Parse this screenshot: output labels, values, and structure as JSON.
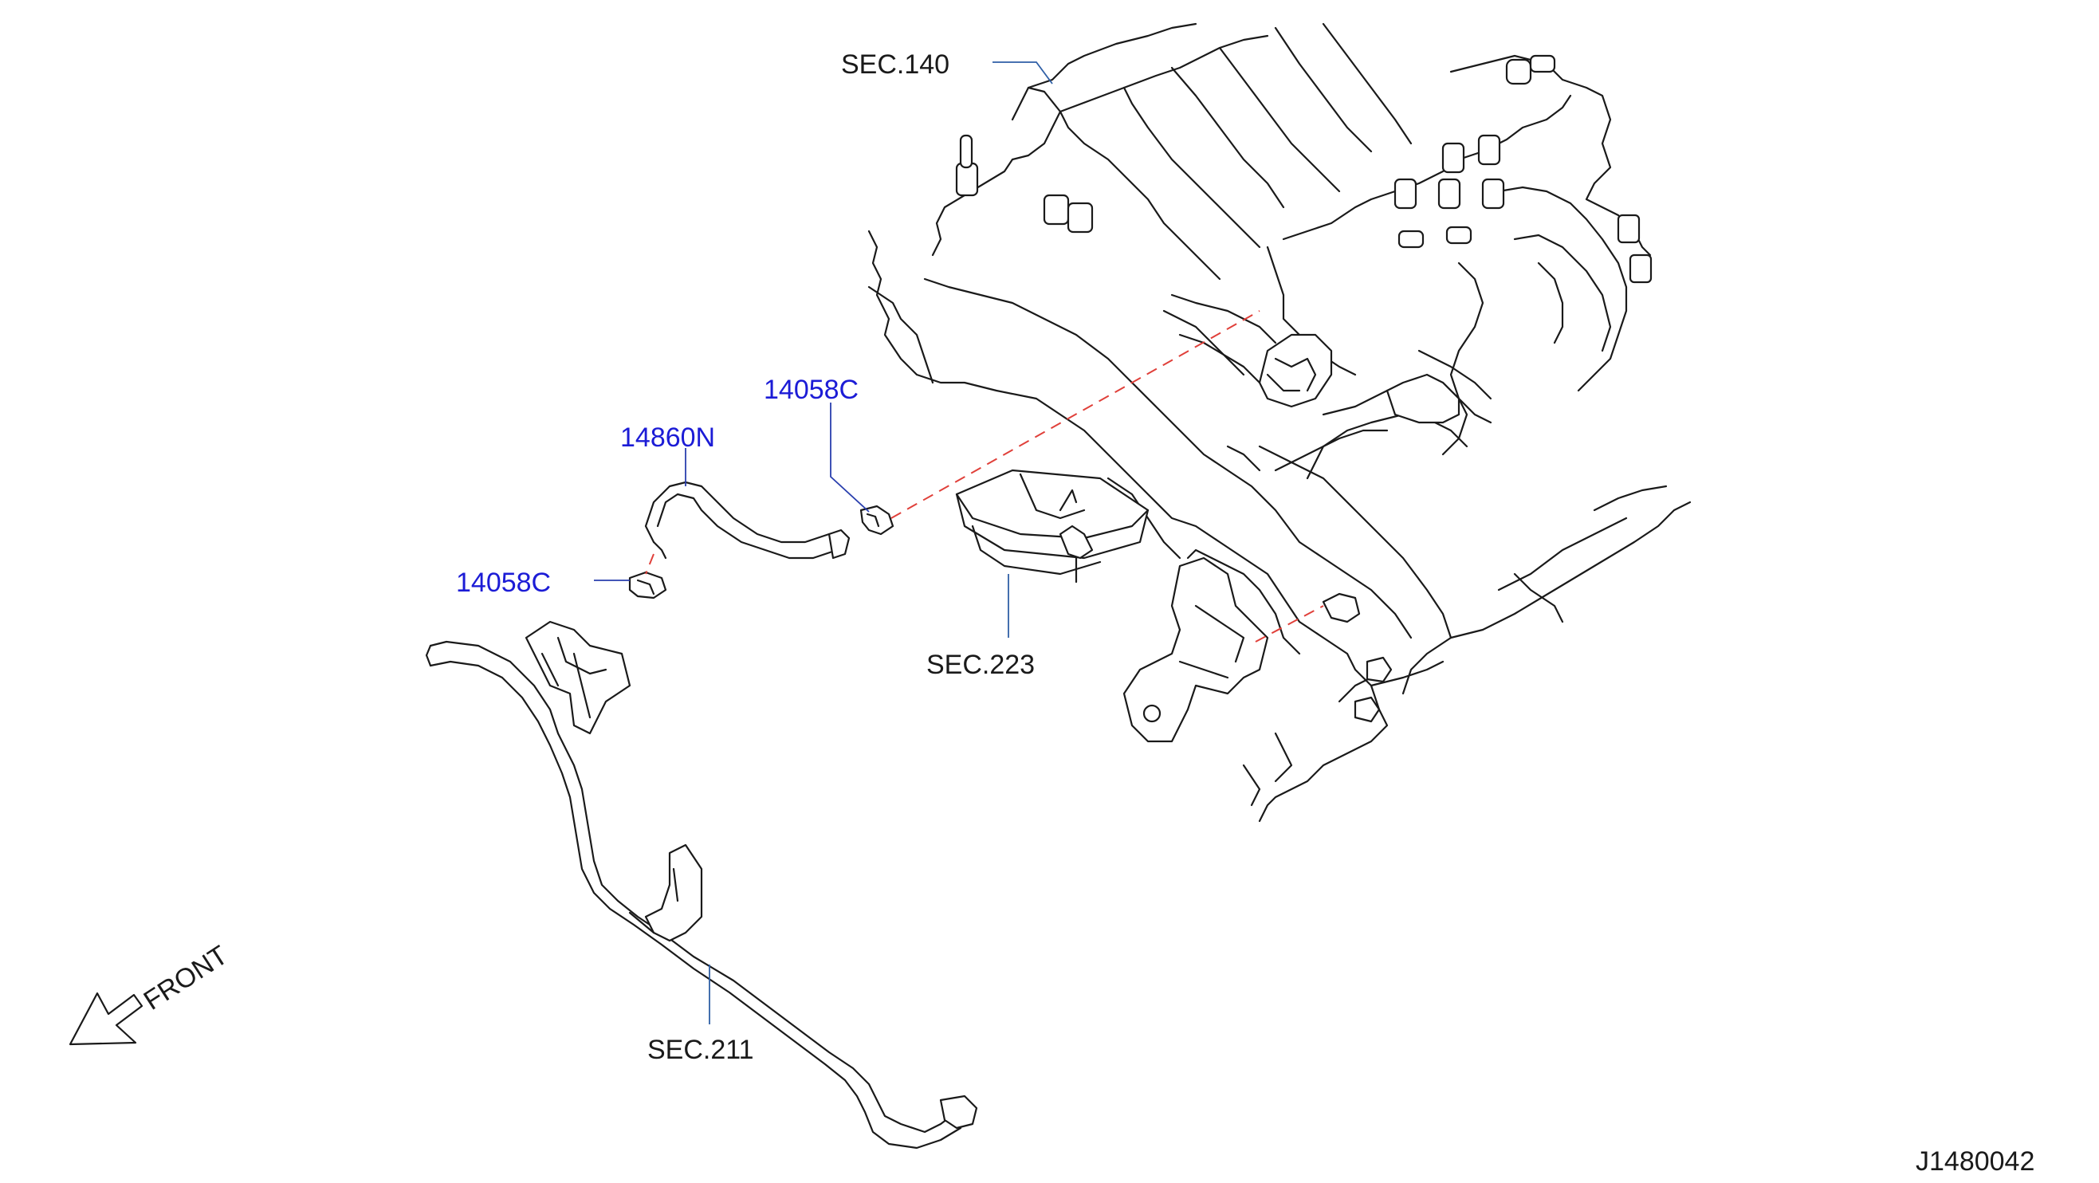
{
  "labels": {
    "sec_140": "SEC.140",
    "sec_223": "SEC.223",
    "sec_211": "SEC.211",
    "part_14860n": "14860N",
    "part_14058c_top": "14058C",
    "part_14058c_left": "14058C",
    "front": "FRONT",
    "diagram_id": "J1480042"
  },
  "colors": {
    "part_number": "#1c1cd6",
    "leader_line": "#2f5fa6",
    "dashed_line": "#e0403a",
    "line_art": "#1a1a1a"
  }
}
